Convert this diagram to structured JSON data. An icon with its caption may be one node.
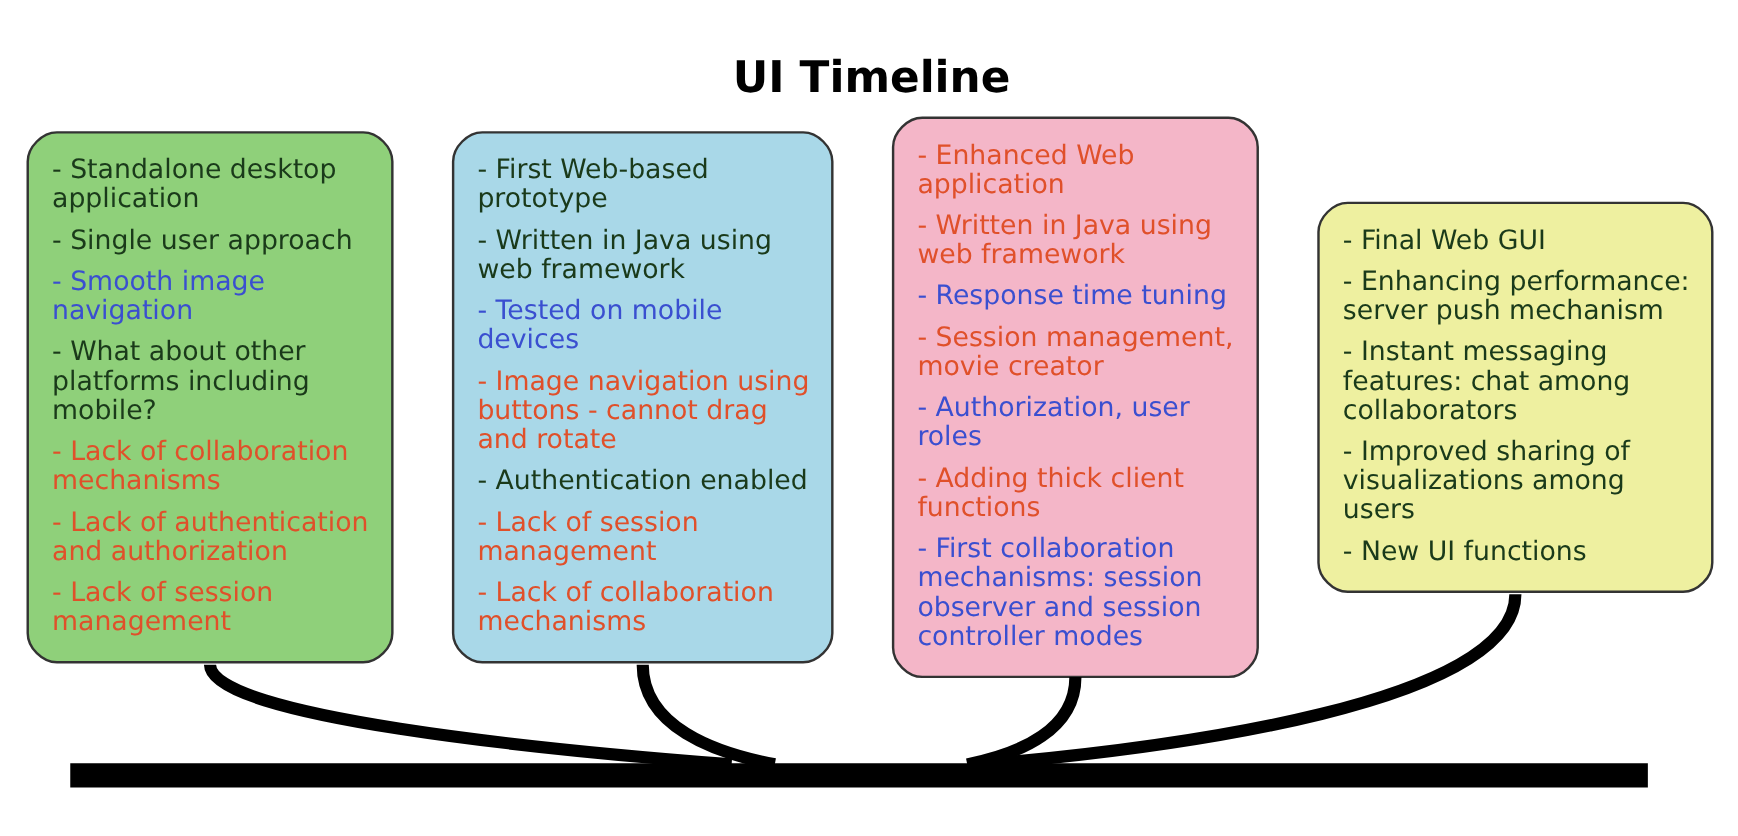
{
  "diagram": {
    "title": "UI Timeline",
    "nodes": [
      {
        "text": [
          "- Standalone desktop application",
          "- Single user approach",
          "- Smooth image navigation",
          "- What about other platforms including mobile?",
          "- Lack of collaboration mechanisms",
          "- Lack of authentication and authorization",
          "- Lack of session management"
        ]
      },
      {
        "text": [
          "- First Web-based prototype",
          "- Written in Java using web framework",
          "- Tested on mobile devices",
          "- Image navigation using buttons - cannot drag and rotate",
          "- Authentication enabled",
          "- Lack of session management",
          "- Lack of collaboration mechanisms"
        ]
      },
      {
        "text": [
          "- Enhanced Web application",
          "- Written in Java using web framework",
          "- Response time tuning",
          "- Session management, movie creator",
          "- Authorization, user roles",
          "- Adding thick client functions",
          "- First collaboration mechanisms: session observer and session controller modes"
        ]
      },
      {
        "text": [
          "- Final Web GUI",
          "- Enhancing performance: server push mechanism",
          "- Instant messaging features: chat among collaborators",
          "- Improved sharing of visualizations among users",
          "- New UI functions"
        ]
      },
      {
        "text": [],
        "shape": "bar"
      }
    ],
    "edges": [
      {
        "from": 0,
        "to": 4,
        "arrow": "none"
      },
      {
        "from": 1,
        "to": 4,
        "arrow": "none"
      },
      {
        "from": 2,
        "to": 4,
        "arrow": "none"
      },
      {
        "from": 3,
        "to": 4,
        "arrow": "none"
      }
    ]
  }
}
